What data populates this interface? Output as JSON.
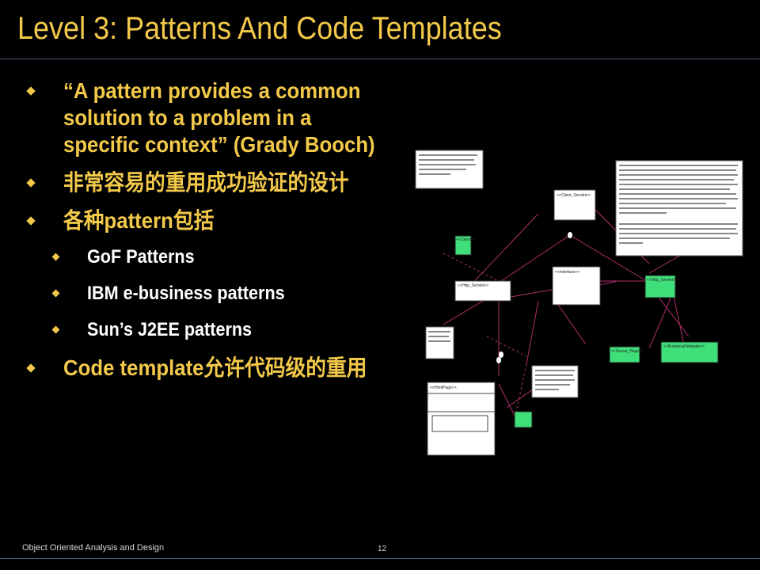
{
  "slide": {
    "title": "Level 3: Patterns And Code Templates",
    "footer_left": "Object Oriented Analysis and Design",
    "page_number": "12",
    "accent_color": "#f3c94a",
    "bullets": [
      {
        "level": 1,
        "text": "“A pattern provides a common solution to a problem in a specific context” (Grady Booch)"
      },
      {
        "level": 1,
        "text": "非常容易的重用成功验证的设计"
      },
      {
        "level": 1,
        "text": "各种pattern包括"
      },
      {
        "level": 2,
        "text": "GoF Patterns"
      },
      {
        "level": 2,
        "text": "IBM e-business patterns"
      },
      {
        "level": 2,
        "text": "Sun’s J2EE patterns"
      },
      {
        "level": 1,
        "text": "Code template允许代码级的重用"
      }
    ]
  },
  "diagram": {
    "description_icon": "uml-class-diagram-image",
    "labels": {
      "client_servlet": "<<Client_Servlet>>",
      "http_servlet_a": "<<Http_Servlet>>",
      "interface": "<<Interface>>",
      "http_servlet_b": "<<Http_Servlet>>",
      "server_page": "<<Server_Page>>",
      "business_delegate": "<<BusinessDelegate>>",
      "client": "<<Client>>",
      "html_page": "<<HtmlPage>>"
    }
  }
}
